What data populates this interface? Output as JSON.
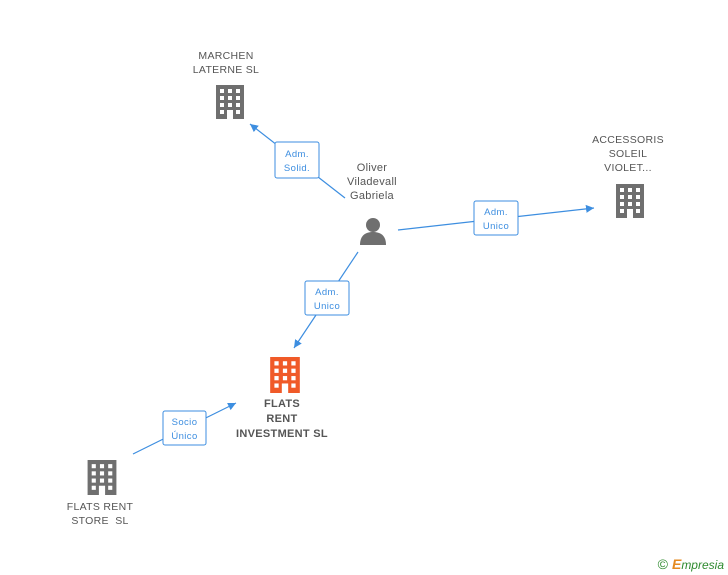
{
  "nodes": {
    "marchen": {
      "label_lines": [
        "MARCHEN",
        "LATERNE SL"
      ],
      "icon": "building-icon",
      "color": "#6f6f6f"
    },
    "accessoris": {
      "label_lines": [
        "ACCESSORIS",
        "SOLEIL",
        "VIOLET..."
      ],
      "icon": "building-icon",
      "color": "#6f6f6f"
    },
    "oliver": {
      "label_lines": [
        "Oliver",
        "Viladevall",
        "Gabriela"
      ],
      "icon": "person-icon",
      "color": "#6f6f6f"
    },
    "flats_rent_investment": {
      "label_lines": [
        "FLATS",
        "RENT",
        "INVESTMENT SL"
      ],
      "icon": "building-icon",
      "color": "#f05a28"
    },
    "flats_rent_store": {
      "label_lines": [
        "FLATS RENT",
        "STORE  SL"
      ],
      "icon": "building-icon",
      "color": "#6f6f6f"
    }
  },
  "edges": [
    {
      "from": "oliver",
      "to": "marchen",
      "label_lines": [
        "Adm.",
        "Solid."
      ]
    },
    {
      "from": "oliver",
      "to": "accessoris",
      "label_lines": [
        "Adm.",
        "Unico"
      ]
    },
    {
      "from": "oliver",
      "to": "flats_rent_investment",
      "label_lines": [
        "Adm.",
        "Unico"
      ]
    },
    {
      "from": "flats_rent_store",
      "to": "flats_rent_investment",
      "label_lines": [
        "Socio",
        "Único"
      ]
    }
  ],
  "colors": {
    "edge": "#3d8ee0",
    "node": "#6f6f6f",
    "focus_node": "#f05a28"
  },
  "watermark": {
    "copyright_symbol": "©",
    "brand_initial": "E",
    "brand_rest": "mpresia"
  }
}
